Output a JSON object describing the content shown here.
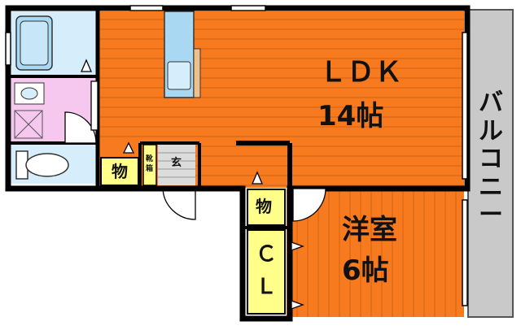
{
  "rooms": {
    "ldk": {
      "name": "ＬＤＫ",
      "size": "14帖"
    },
    "western": {
      "name": "洋室",
      "size": "6帖"
    },
    "balcony": {
      "name": "バルコニー"
    },
    "storage_main": {
      "name": "物"
    },
    "storage_small": {
      "name": "物"
    },
    "closet": {
      "line1": "Ｃ",
      "line2": "Ｌ"
    },
    "entrance": {
      "name": "玄"
    },
    "shoe_box": {
      "line1": "靴",
      "line2": "箱"
    }
  },
  "colors": {
    "floor": "#f77a1e",
    "floor_line": "#c55a0e",
    "wall": "#000000",
    "storage": "#ffff8a",
    "bath": "#d6eefb",
    "toilet": "#f7c8ef",
    "balcony": "#c9c9c9",
    "entrance": "#dcdcdc"
  }
}
